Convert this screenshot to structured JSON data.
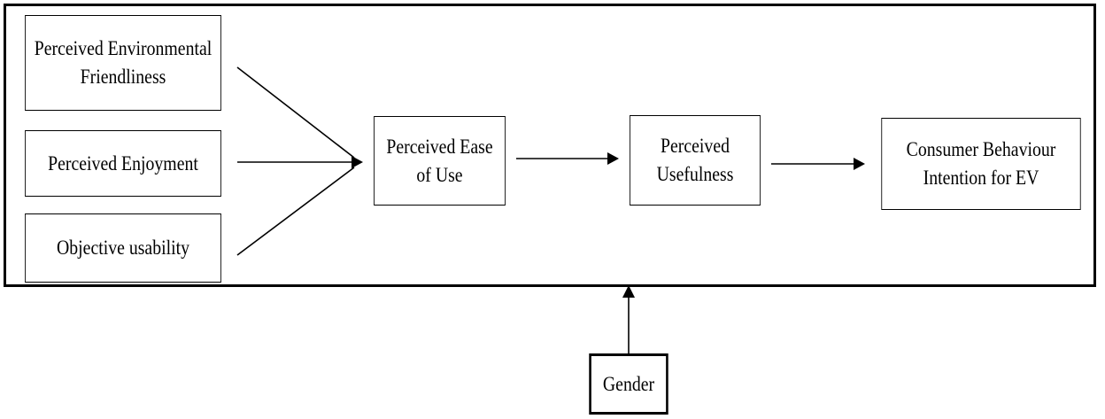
{
  "nodes": {
    "env_friendliness": "Perceived Environmental\nFriendliness",
    "enjoyment": "Perceived Enjoyment",
    "objective_usability": "Objective usability",
    "ease_of_use": "Perceived Ease\nof Use",
    "usefulness": "Perceived\nUsefulness",
    "behaviour_intention": "Consumer Behaviour\nIntention for EV",
    "gender": "Gender"
  }
}
